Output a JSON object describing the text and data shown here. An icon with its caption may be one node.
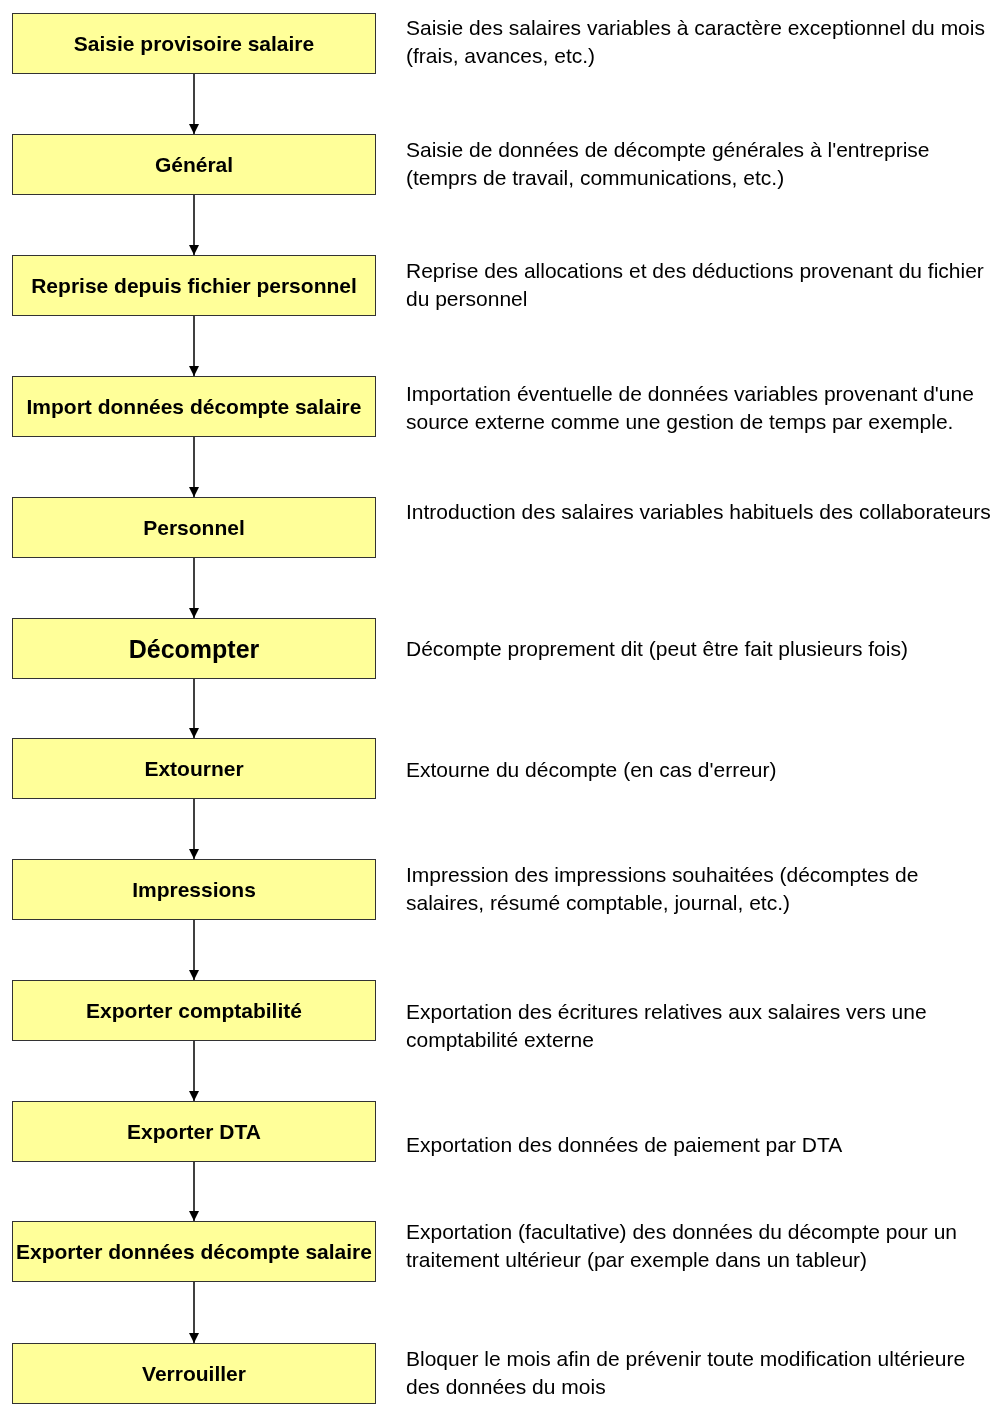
{
  "diagram": {
    "nodes": [
      {
        "text": [
          "Saisie provisoire salaire"
        ],
        "beside": [
          "Saisie des salaires variables à caractère exceptionnel du mois (frais, avances, etc.)"
        ]
      },
      {
        "text": [
          "Général"
        ],
        "beside": [
          "Saisie de données de décompte générales à l'entreprise (temprs de travail, communications, etc.)"
        ]
      },
      {
        "text": [
          "Reprise depuis fichier personnel"
        ],
        "beside": [
          "Reprise des allocations et des déductions provenant du fichier du personnel"
        ]
      },
      {
        "text": [
          "Import données décompte salaire"
        ],
        "beside": [
          "Importation éventuelle de données variables provenant d'une source externe comme une gestion de temps par exemple."
        ]
      },
      {
        "text": [
          "Personnel"
        ],
        "beside": [
          "Introduction des salaires variables habituels des collaborateurs"
        ]
      },
      {
        "text": [
          "Décompter"
        ],
        "beside": [
          "Décompte proprement dit (peut être fait plusieurs fois)"
        ]
      },
      {
        "text": [
          "Extourner"
        ],
        "beside": [
          "Extourne du décompte (en cas d'erreur)"
        ]
      },
      {
        "text": [
          "Impressions"
        ],
        "beside": [
          "Impression des impressions souhaitées (décomptes de salaires, résumé comptable, journal, etc.)"
        ]
      },
      {
        "text": [
          "Exporter comptabilité"
        ],
        "beside": [
          "Exportation des écritures relatives aux salaires vers une comptabilité externe"
        ]
      },
      {
        "text": [
          "Exporter DTA"
        ],
        "beside": [
          "Exportation des données de paiement par DTA"
        ]
      },
      {
        "text": [
          "Exporter données décompte salaire"
        ],
        "beside": [
          "Exportation (facultative) des données du décompte pour un traitement ultérieur (par exemple dans un tableur)"
        ]
      },
      {
        "text": [
          "Verrouiller"
        ],
        "beside": [
          "Bloquer le mois afin de prévenir toute modification ultérieure des données du mois"
        ]
      }
    ],
    "edges": [
      {
        "from": 0,
        "to": 1,
        "arrow": "to"
      },
      {
        "from": 1,
        "to": 2,
        "arrow": "to"
      },
      {
        "from": 2,
        "to": 3,
        "arrow": "to"
      },
      {
        "from": 3,
        "to": 4,
        "arrow": "to"
      },
      {
        "from": 4,
        "to": 5,
        "arrow": "to"
      },
      {
        "from": 5,
        "to": 6,
        "arrow": "to"
      },
      {
        "from": 6,
        "to": 7,
        "arrow": "to"
      },
      {
        "from": 7,
        "to": 8,
        "arrow": "to"
      },
      {
        "from": 8,
        "to": 9,
        "arrow": "to"
      },
      {
        "from": 9,
        "to": 10,
        "arrow": "to"
      },
      {
        "from": 10,
        "to": 11,
        "arrow": "to"
      }
    ]
  }
}
